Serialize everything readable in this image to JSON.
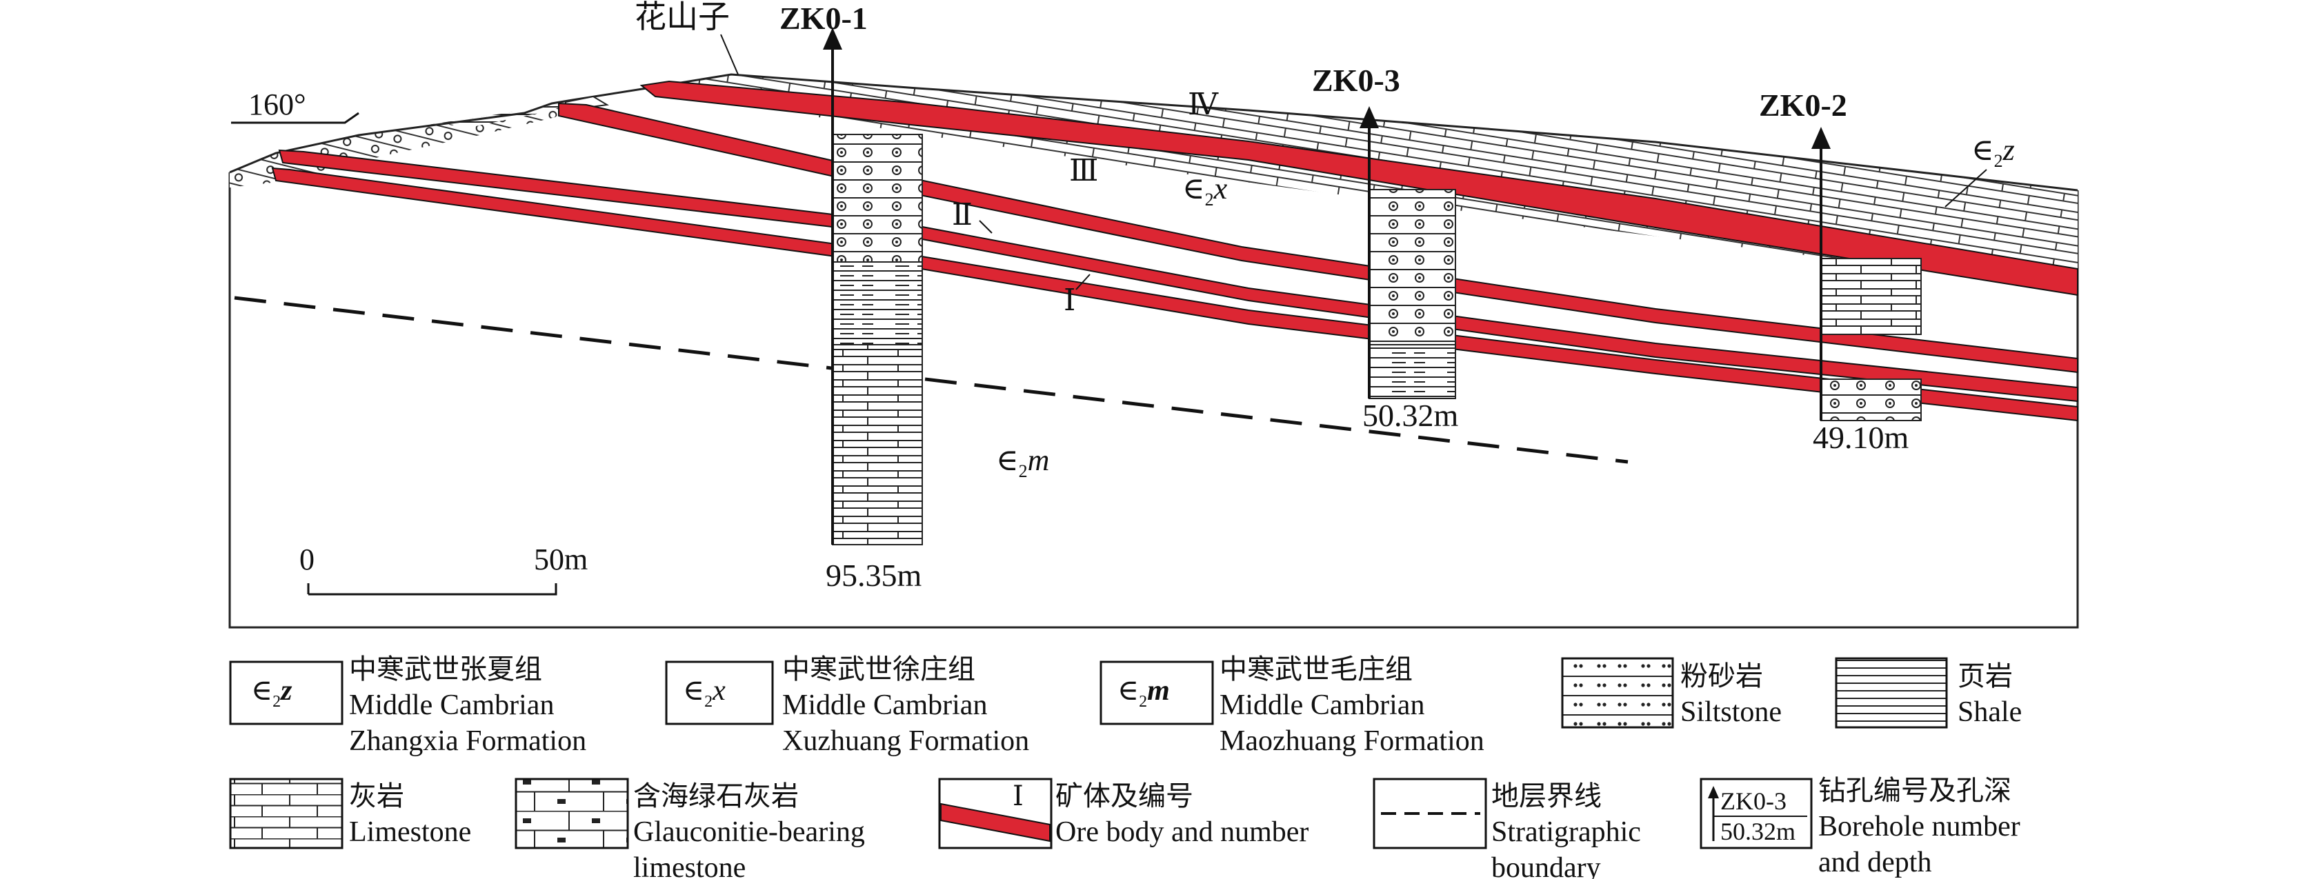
{
  "section": {
    "place_name": "花山子",
    "azimuth": "160°",
    "boreholes": [
      {
        "id": "ZK0-1",
        "depth": "95.35m"
      },
      {
        "id": "ZK0-3",
        "depth": "50.32m"
      },
      {
        "id": "ZK0-2",
        "depth": "49.10m"
      }
    ],
    "ore_bodies": [
      "Ⅰ",
      "Ⅱ",
      "Ⅲ",
      "Ⅳ"
    ],
    "formations": {
      "zhangxia": {
        "symbol": "∈",
        "sub": "2",
        "letter": "z"
      },
      "xuzhuang": {
        "symbol": "∈",
        "sub": "2",
        "letter": "x"
      },
      "maozhuang": {
        "symbol": "∈",
        "sub": "2",
        "letter": "m"
      }
    },
    "scale_bar": {
      "start": "0",
      "end": "50m"
    },
    "colors": {
      "ore": "#dc2633",
      "line": "#111111"
    }
  },
  "legend": [
    {
      "key": "zhangxia",
      "cn": "中寒武世张夏组",
      "en1": "Middle Cambrian",
      "en2": "Zhangxia Formation"
    },
    {
      "key": "xuzhuang",
      "cn": "中寒武世徐庄组",
      "en1": "Middle Cambrian",
      "en2": "Xuzhuang Formation"
    },
    {
      "key": "maozhuang",
      "cn": "中寒武世毛庄组",
      "en1": "Middle Cambrian",
      "en2": "Maozhuang Formation"
    },
    {
      "key": "siltstone",
      "cn": "粉砂岩",
      "en1": "Siltstone"
    },
    {
      "key": "shale",
      "cn": "页岩",
      "en1": "Shale"
    },
    {
      "key": "limestone",
      "cn": "灰岩",
      "en1": "Limestone"
    },
    {
      "key": "glauconite",
      "cn": "含海绿石灰岩",
      "en1": "Glauconitie-bearing",
      "en2": "limestone"
    },
    {
      "key": "ore",
      "cn": "矿体及编号",
      "en1": "Ore body and number",
      "sample": "Ⅰ"
    },
    {
      "key": "boundary",
      "cn": "地层界线",
      "en1": "Stratigraphic",
      "en2": "boundary"
    },
    {
      "key": "borehole",
      "cn": "钻孔编号及孔深",
      "en1": "Borehole number",
      "en2": "and depth",
      "sample_id": "ZK0-3",
      "sample_depth": "50.32m"
    }
  ]
}
